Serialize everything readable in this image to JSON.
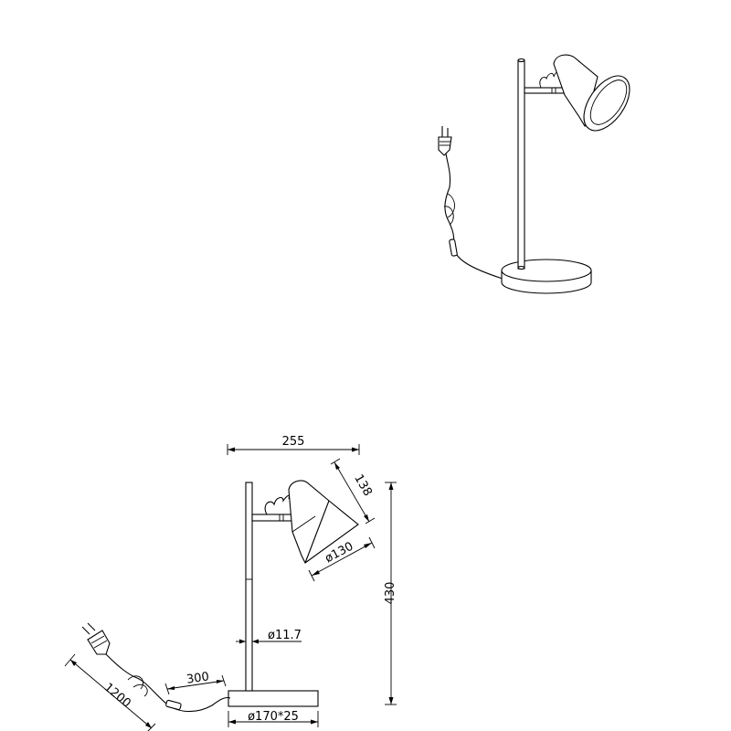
{
  "colors": {
    "line": "#000000",
    "background": "#ffffff"
  },
  "dimensions": {
    "width": "255",
    "shade_depth": "138",
    "shade_diameter": "ø130",
    "height": "430",
    "pole_diameter": "ø11.7",
    "cord_switch": "300",
    "cord_length": "1200",
    "base": "ø170*25"
  }
}
